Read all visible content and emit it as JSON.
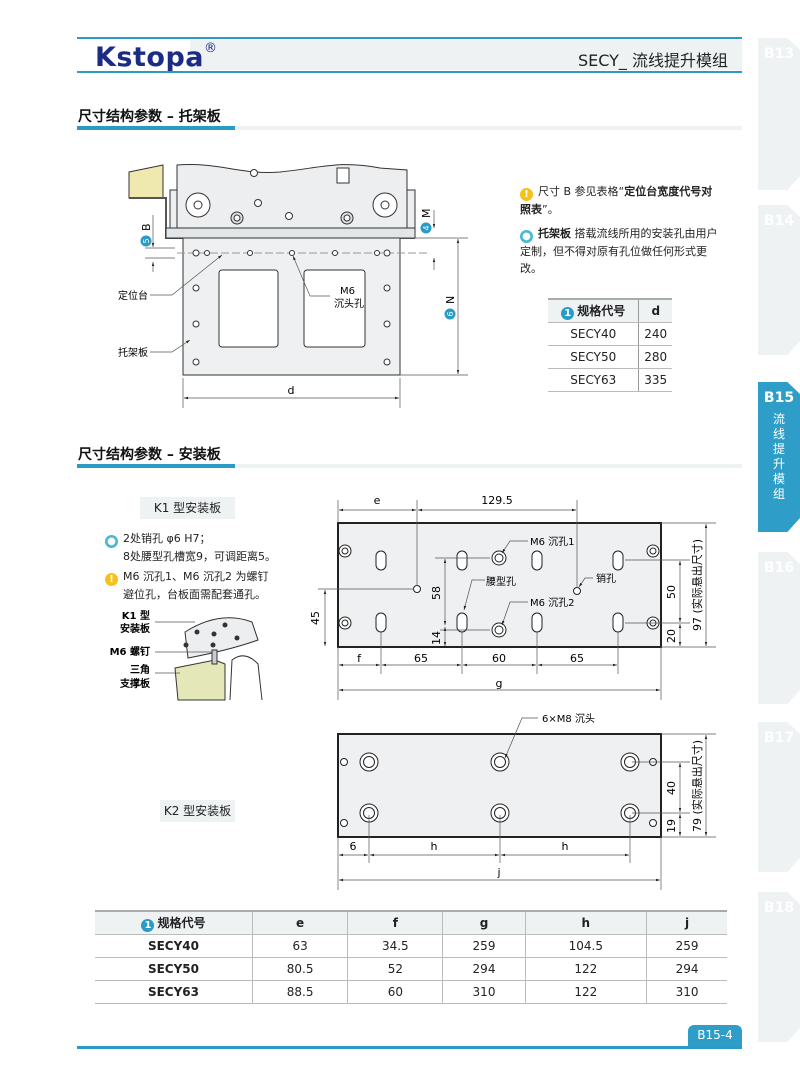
{
  "header": {
    "logo": "Kstopa",
    "logo_mark": "®",
    "title": "SECY_ 流线提升模组"
  },
  "side_tabs": [
    {
      "code": "B13"
    },
    {
      "code": "B14"
    },
    {
      "code": "B15",
      "label": "流线提升模组"
    },
    {
      "code": "B16"
    },
    {
      "code": "B17"
    },
    {
      "code": "B18"
    }
  ],
  "section1": {
    "title": "尺寸结构参数 – 托架板",
    "diagram": {
      "label_positioning": "定位台",
      "label_tray": "托架板",
      "label_m6": "M6",
      "label_m6_sub": "沉头孔",
      "dim_d": "d",
      "dim_n": "N",
      "dim_n_num": "6",
      "dim_m": "M",
      "dim_m_num": "4",
      "dim_b": "B",
      "dim_b_num": "5"
    },
    "notes": [
      {
        "icon": "!",
        "lead": "尺寸 B 参见表格“",
        "bold": "定位台宽度代号对照表",
        "tail": "”。"
      },
      {
        "icon": "tip",
        "bold": "托架板",
        "text": " 搭载流线所用的安装孔由用户定制，但不得对原有孔位做任何形式更改。"
      }
    ],
    "table": {
      "num": "1",
      "headers": [
        "规格代号",
        "d"
      ],
      "rows": [
        [
          "SECY40",
          "240"
        ],
        [
          "SECY50",
          "280"
        ],
        [
          "SECY63",
          "335"
        ]
      ]
    }
  },
  "section2": {
    "title": "尺寸结构参数 – 安装板",
    "k1_label": "K1 型安装板",
    "k2_label": "K2 型安装板",
    "notes": [
      {
        "icon": "tip",
        "line1": "2处销孔 φ6 H7；",
        "line2": "8处腰型孔槽宽9，可调距离5。"
      },
      {
        "icon": "!",
        "line1": "M6 沉孔1、M6 沉孔2 为螺钉",
        "line2": "避位孔，台板面需配套通孔。"
      }
    ],
    "illustration": {
      "label_plate_1": "K1 型",
      "label_plate_2": "安装板",
      "label_screw": "M6 螺钉",
      "label_support_1": "三角",
      "label_support_2": "支撑板"
    },
    "k1": {
      "dim_e": "e",
      "dim_1295": "129.5",
      "dim_f": "f",
      "dim_65a": "65",
      "dim_60": "60",
      "dim_65b": "65",
      "dim_g": "g",
      "dim_45": "45",
      "dim_58": "58",
      "dim_14": "14",
      "dim_50": "50",
      "dim_20": "20",
      "dim_97": "97 (实际悬出尺寸)",
      "callout_m6_1": "M6 沉孔1",
      "callout_slot": "腰型孔",
      "callout_pin": "销孔",
      "callout_m6_2": "M6 沉孔2"
    },
    "k2": {
      "dim_6": "6",
      "dim_h1": "h",
      "dim_h2": "h",
      "dim_j": "j",
      "dim_40": "40",
      "dim_19": "19",
      "dim_79": "79 (实际悬出尺寸)",
      "callout": "6×M8 沉头"
    },
    "table": {
      "num": "1",
      "headers": [
        "规格代号",
        "e",
        "f",
        "g",
        "h",
        "j"
      ],
      "rows": [
        [
          "SECY40",
          "63",
          "34.5",
          "259",
          "104.5",
          "259"
        ],
        [
          "SECY50",
          "80.5",
          "52",
          "294",
          "122",
          "294"
        ],
        [
          "SECY63",
          "88.5",
          "60",
          "310",
          "122",
          "310"
        ]
      ]
    }
  },
  "footer": {
    "page": "B15-4"
  },
  "colors": {
    "accent": "#2a9ac6",
    "tab_active": "#2e9ec8",
    "band": "#eef2f3",
    "logo": "#1c2b86",
    "warn": "#f4c21b",
    "tip": "#49b8d2"
  }
}
